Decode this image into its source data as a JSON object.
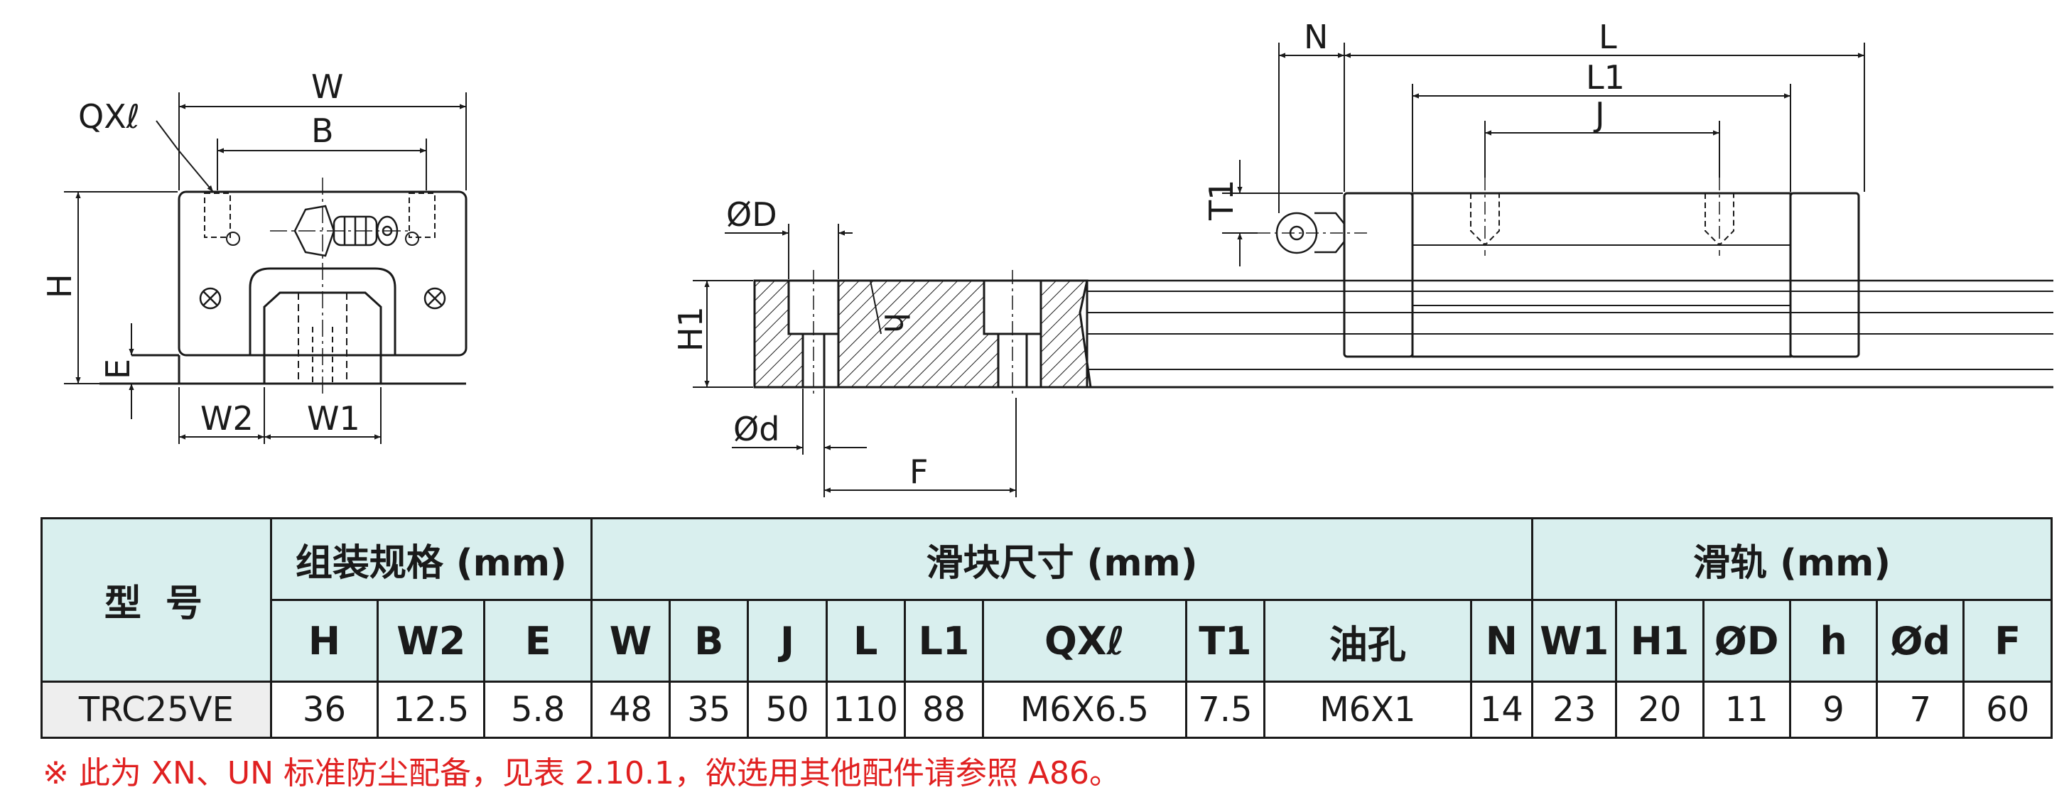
{
  "diagram": {
    "labels": {
      "qxl": "QXℓ",
      "w": "W",
      "b": "B",
      "h": "H",
      "e": "E",
      "w2": "W2",
      "w1": "W1",
      "od_big": "ØD",
      "od_small": "Ød",
      "h1": "H1",
      "h_small": "h",
      "f": "F",
      "n": "N",
      "l": "L",
      "l1": "L1",
      "j": "J",
      "t1": "T1"
    }
  },
  "table": {
    "model_header": "型 号",
    "groups": {
      "assembly": "组装规格 (mm)",
      "block": "滑块尺寸 (mm)",
      "rail": "滑轨 (mm)"
    },
    "columns": [
      "H",
      "W2",
      "E",
      "W",
      "B",
      "J",
      "L",
      "L1",
      "QXℓ",
      "T1",
      "油孔",
      "N",
      "W1",
      "H1",
      "ØD",
      "h",
      "Ød",
      "F"
    ],
    "rows": [
      {
        "model": "TRC25VE",
        "values": [
          "36",
          "12.5",
          "5.8",
          "48",
          "35",
          "50",
          "110",
          "88",
          "M6X6.5",
          "7.5",
          "M6X1",
          "14",
          "23",
          "20",
          "11",
          "9",
          "7",
          "60"
        ]
      }
    ]
  },
  "footnote": "※ 此为 XN、UN 标准防尘配备，见表 2.10.1，欲选用其他配件请参照 A86。",
  "colors": {
    "header_bg": "#d9efee",
    "model_cell_bg": "#eeeeee",
    "footnote": "#e02020",
    "line": "#1a1a1a"
  }
}
